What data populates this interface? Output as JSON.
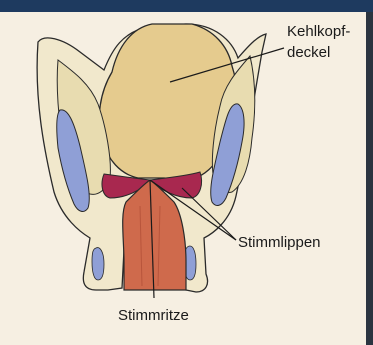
{
  "labels": {
    "epiglottis_line1": "Kehlkopf-",
    "epiglottis_line2": "deckel",
    "vocal_folds": "Stimmlippen",
    "glottis": "Stimmritze"
  },
  "colors": {
    "background": "#f6efe2",
    "top_band": "#1e3a5f",
    "right_edge": "#2b3440",
    "cartilage": "#f1e8cc",
    "epiglottis": "#e5cb8e",
    "blue_cartilage": "#8f9fd6",
    "vocal_folds": "#a8284f",
    "trachea": "#cf6a4c",
    "outline": "#2a2a2a"
  }
}
